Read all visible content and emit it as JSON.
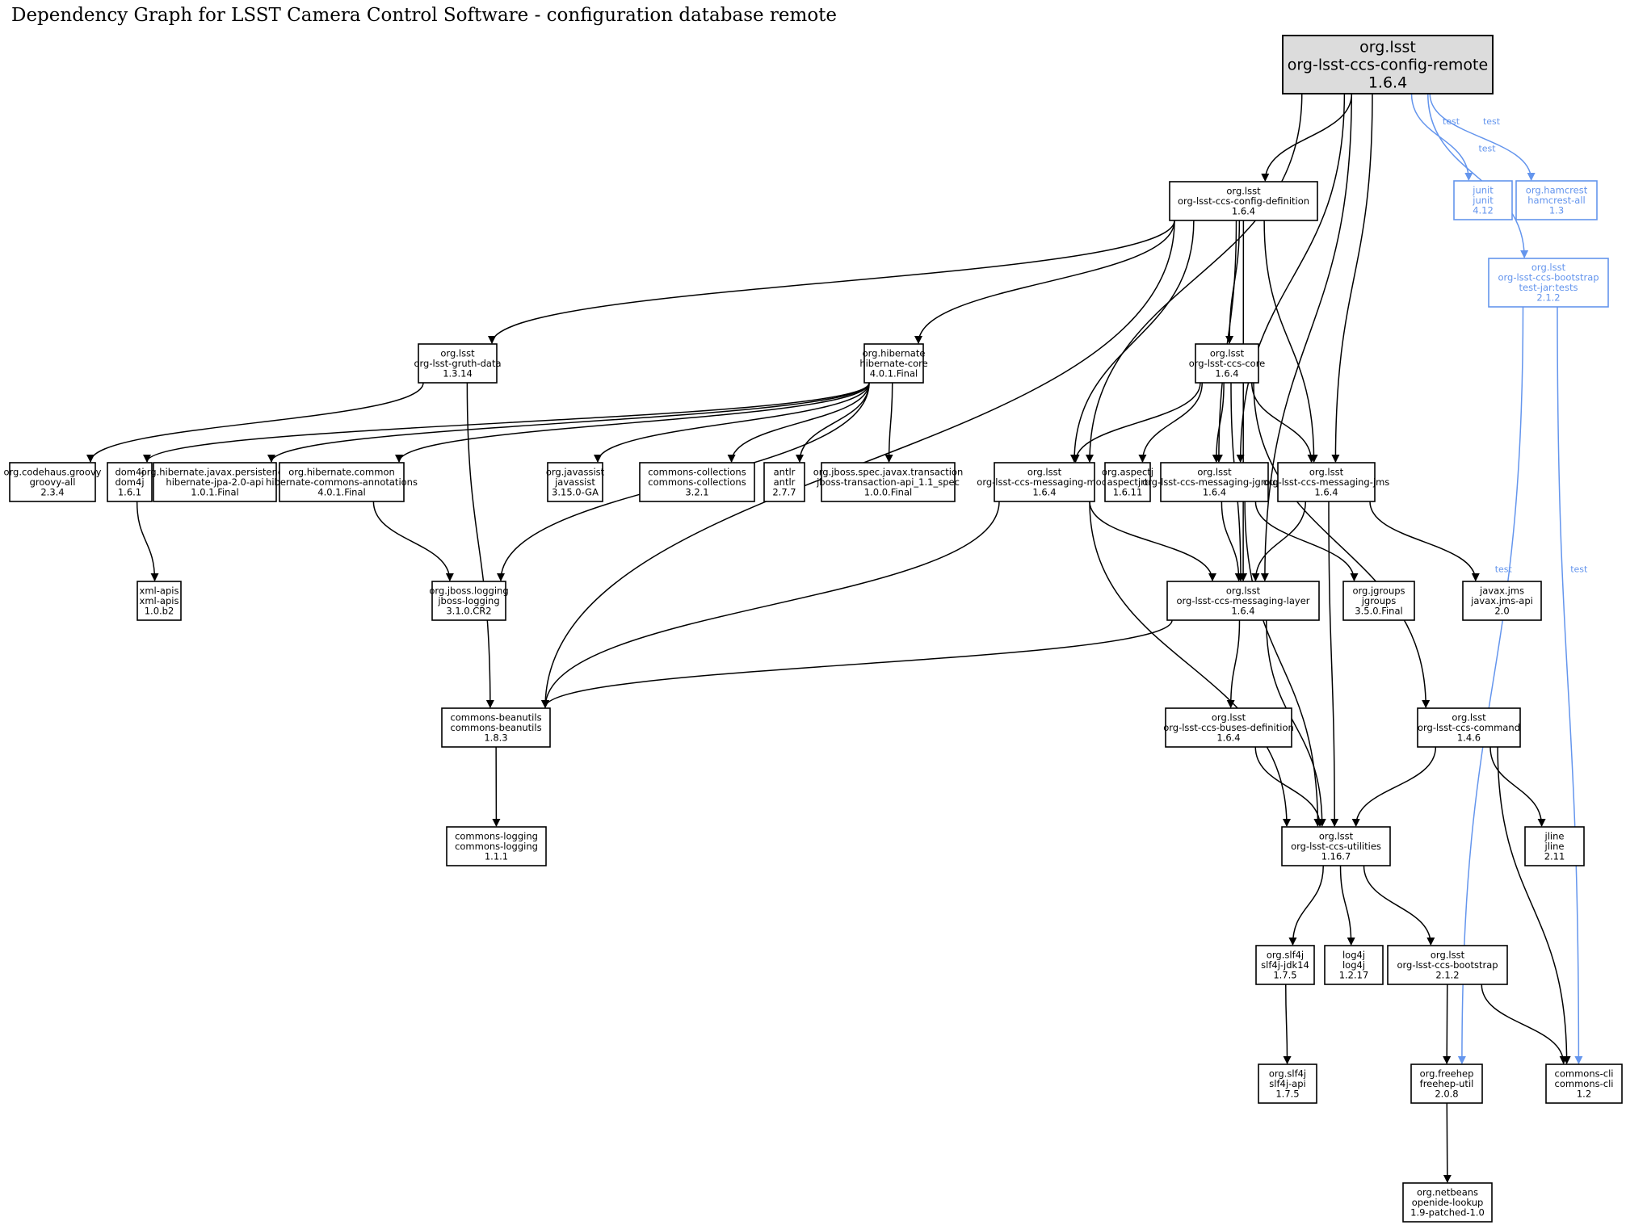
{
  "title": "Dependency Graph for LSST Camera Control Software - configuration database remote",
  "colors": {
    "test_edge": "#6495ed",
    "root_fill": "#dcdcdc",
    "node_stroke": "#000000"
  },
  "nodes": [
    {
      "id": "root",
      "lines": [
        "org.lsst",
        "org-lsst-ccs-config-remote",
        "1.6.4"
      ],
      "kind": "root"
    },
    {
      "id": "config_def",
      "lines": [
        "org.lsst",
        "org-lsst-ccs-config-definition",
        "1.6.4"
      ]
    },
    {
      "id": "junit",
      "lines": [
        "junit",
        "junit",
        "4.12"
      ],
      "kind": "test"
    },
    {
      "id": "hamcrest",
      "lines": [
        "org.hamcrest",
        "hamcrest-all",
        "1.3"
      ],
      "kind": "test"
    },
    {
      "id": "bootstrap_tests",
      "lines": [
        "org.lsst",
        "org-lsst-ccs-bootstrap",
        "test-jar:tests",
        "2.1.2"
      ],
      "kind": "test"
    },
    {
      "id": "gruth",
      "lines": [
        "org.lsst",
        "org-lsst-gruth-data",
        "1.3.14"
      ]
    },
    {
      "id": "hib_core",
      "lines": [
        "org.hibernate",
        "hibernate-core",
        "4.0.1.Final"
      ]
    },
    {
      "id": "ccs_core",
      "lines": [
        "org.lsst",
        "org-lsst-ccs-core",
        "1.6.4"
      ]
    },
    {
      "id": "groovy",
      "lines": [
        "org.codehaus.groovy",
        "groovy-all",
        "2.3.4"
      ]
    },
    {
      "id": "dom4j",
      "lines": [
        "dom4j",
        "dom4j",
        "1.6.1"
      ]
    },
    {
      "id": "hib_jpa",
      "lines": [
        "org.hibernate.javax.persistence",
        "hibernate-jpa-2.0-api",
        "1.0.1.Final"
      ]
    },
    {
      "id": "hib_common",
      "lines": [
        "org.hibernate.common",
        "hibernate-commons-annotations",
        "4.0.1.Final"
      ]
    },
    {
      "id": "javassist",
      "lines": [
        "org.javassist",
        "javassist",
        "3.15.0-GA"
      ]
    },
    {
      "id": "collections",
      "lines": [
        "commons-collections",
        "commons-collections",
        "3.2.1"
      ]
    },
    {
      "id": "antlr",
      "lines": [
        "antlr",
        "antlr",
        "2.7.7"
      ]
    },
    {
      "id": "jboss_tx",
      "lines": [
        "org.jboss.spec.javax.transaction",
        "jboss-transaction-api_1.1_spec",
        "1.0.0.Final"
      ]
    },
    {
      "id": "msg_mock",
      "lines": [
        "org.lsst",
        "org-lsst-ccs-messaging-mock",
        "1.6.4"
      ]
    },
    {
      "id": "aspectj",
      "lines": [
        "org.aspectj",
        "aspectjrt",
        "1.6.11"
      ]
    },
    {
      "id": "msg_jgroups",
      "lines": [
        "org.lsst",
        "org-lsst-ccs-messaging-jgroups",
        "1.6.4"
      ]
    },
    {
      "id": "msg_jms",
      "lines": [
        "org.lsst",
        "org-lsst-ccs-messaging-jms",
        "1.6.4"
      ]
    },
    {
      "id": "xml_apis",
      "lines": [
        "xml-apis",
        "xml-apis",
        "1.0.b2"
      ]
    },
    {
      "id": "jboss_logging",
      "lines": [
        "org.jboss.logging",
        "jboss-logging",
        "3.1.0.CR2"
      ]
    },
    {
      "id": "msg_layer",
      "lines": [
        "org.lsst",
        "org-lsst-ccs-messaging-layer",
        "1.6.4"
      ]
    },
    {
      "id": "jgroups",
      "lines": [
        "org.jgroups",
        "jgroups",
        "3.5.0.Final"
      ]
    },
    {
      "id": "jms_api",
      "lines": [
        "javax.jms",
        "javax.jms-api",
        "2.0"
      ]
    },
    {
      "id": "beanutils",
      "lines": [
        "commons-beanutils",
        "commons-beanutils",
        "1.8.3"
      ]
    },
    {
      "id": "buses_def",
      "lines": [
        "org.lsst",
        "org-lsst-ccs-buses-definition",
        "1.6.4"
      ]
    },
    {
      "id": "command",
      "lines": [
        "org.lsst",
        "org-lsst-ccs-command",
        "1.4.6"
      ]
    },
    {
      "id": "commons_logging",
      "lines": [
        "commons-logging",
        "commons-logging",
        "1.1.1"
      ]
    },
    {
      "id": "utilities",
      "lines": [
        "org.lsst",
        "org-lsst-ccs-utilities",
        "1.16.7"
      ]
    },
    {
      "id": "jline",
      "lines": [
        "jline",
        "jline",
        "2.11"
      ]
    },
    {
      "id": "slf4j_jdk14",
      "lines": [
        "org.slf4j",
        "slf4j-jdk14",
        "1.7.5"
      ]
    },
    {
      "id": "log4j",
      "lines": [
        "log4j",
        "log4j",
        "1.2.17"
      ]
    },
    {
      "id": "bootstrap",
      "lines": [
        "org.lsst",
        "org-lsst-ccs-bootstrap",
        "2.1.2"
      ]
    },
    {
      "id": "slf4j_api",
      "lines": [
        "org.slf4j",
        "slf4j-api",
        "1.7.5"
      ]
    },
    {
      "id": "freehep",
      "lines": [
        "org.freehep",
        "freehep-util",
        "2.0.8"
      ]
    },
    {
      "id": "commons_cli",
      "lines": [
        "commons-cli",
        "commons-cli",
        "1.2"
      ]
    },
    {
      "id": "openide",
      "lines": [
        "org.netbeans",
        "openide-lookup",
        "1.9-patched-1.0"
      ]
    }
  ],
  "edges": [
    {
      "from": "root",
      "to": "config_def"
    },
    {
      "from": "root",
      "to": "msg_mock"
    },
    {
      "from": "root",
      "to": "msg_jgroups"
    },
    {
      "from": "root",
      "to": "msg_jms"
    },
    {
      "from": "root",
      "to": "msg_layer"
    },
    {
      "from": "root",
      "to": "junit",
      "label": "test"
    },
    {
      "from": "root",
      "to": "hamcrest",
      "label": "test"
    },
    {
      "from": "root",
      "to": "bootstrap_tests",
      "label": "test"
    },
    {
      "from": "config_def",
      "to": "gruth"
    },
    {
      "from": "config_def",
      "to": "hib_core"
    },
    {
      "from": "config_def",
      "to": "ccs_core"
    },
    {
      "from": "config_def",
      "to": "beanutils"
    },
    {
      "from": "config_def",
      "to": "msg_mock"
    },
    {
      "from": "config_def",
      "to": "msg_jgroups"
    },
    {
      "from": "config_def",
      "to": "msg_jms"
    },
    {
      "from": "config_def",
      "to": "msg_layer"
    },
    {
      "from": "gruth",
      "to": "groovy"
    },
    {
      "from": "gruth",
      "to": "beanutils"
    },
    {
      "from": "hib_core",
      "to": "dom4j"
    },
    {
      "from": "hib_core",
      "to": "hib_jpa"
    },
    {
      "from": "hib_core",
      "to": "hib_common"
    },
    {
      "from": "hib_core",
      "to": "javassist"
    },
    {
      "from": "hib_core",
      "to": "collections"
    },
    {
      "from": "hib_core",
      "to": "antlr"
    },
    {
      "from": "hib_core",
      "to": "jboss_tx"
    },
    {
      "from": "hib_core",
      "to": "jboss_logging"
    },
    {
      "from": "hib_common",
      "to": "jboss_logging"
    },
    {
      "from": "dom4j",
      "to": "xml_apis"
    },
    {
      "from": "ccs_core",
      "to": "msg_mock"
    },
    {
      "from": "ccs_core",
      "to": "aspectj"
    },
    {
      "from": "ccs_core",
      "to": "msg_layer"
    },
    {
      "from": "ccs_core",
      "to": "msg_jgroups"
    },
    {
      "from": "ccs_core",
      "to": "msg_jms"
    },
    {
      "from": "ccs_core",
      "to": "command"
    },
    {
      "from": "msg_mock",
      "to": "beanutils"
    },
    {
      "from": "msg_mock",
      "to": "msg_layer"
    },
    {
      "from": "msg_mock",
      "to": "utilities"
    },
    {
      "from": "msg_jgroups",
      "to": "msg_layer"
    },
    {
      "from": "msg_jgroups",
      "to": "utilities"
    },
    {
      "from": "msg_jgroups",
      "to": "jgroups"
    },
    {
      "from": "msg_jms",
      "to": "msg_layer"
    },
    {
      "from": "msg_jms",
      "to": "utilities"
    },
    {
      "from": "msg_jms",
      "to": "jms_api"
    },
    {
      "from": "msg_layer",
      "to": "beanutils"
    },
    {
      "from": "msg_layer",
      "to": "buses_def"
    },
    {
      "from": "msg_layer",
      "to": "utilities"
    },
    {
      "from": "beanutils",
      "to": "commons_logging"
    },
    {
      "from": "buses_def",
      "to": "utilities"
    },
    {
      "from": "command",
      "to": "utilities"
    },
    {
      "from": "command",
      "to": "jline"
    },
    {
      "from": "command",
      "to": "commons_cli"
    },
    {
      "from": "utilities",
      "to": "slf4j_jdk14"
    },
    {
      "from": "utilities",
      "to": "log4j"
    },
    {
      "from": "utilities",
      "to": "bootstrap"
    },
    {
      "from": "slf4j_jdk14",
      "to": "slf4j_api"
    },
    {
      "from": "bootstrap",
      "to": "freehep"
    },
    {
      "from": "bootstrap",
      "to": "commons_cli"
    },
    {
      "from": "bootstrap_tests",
      "to": "freehep",
      "label": "test"
    },
    {
      "from": "bootstrap_tests",
      "to": "commons_cli",
      "label": "test"
    },
    {
      "from": "freehep",
      "to": "openide"
    }
  ]
}
